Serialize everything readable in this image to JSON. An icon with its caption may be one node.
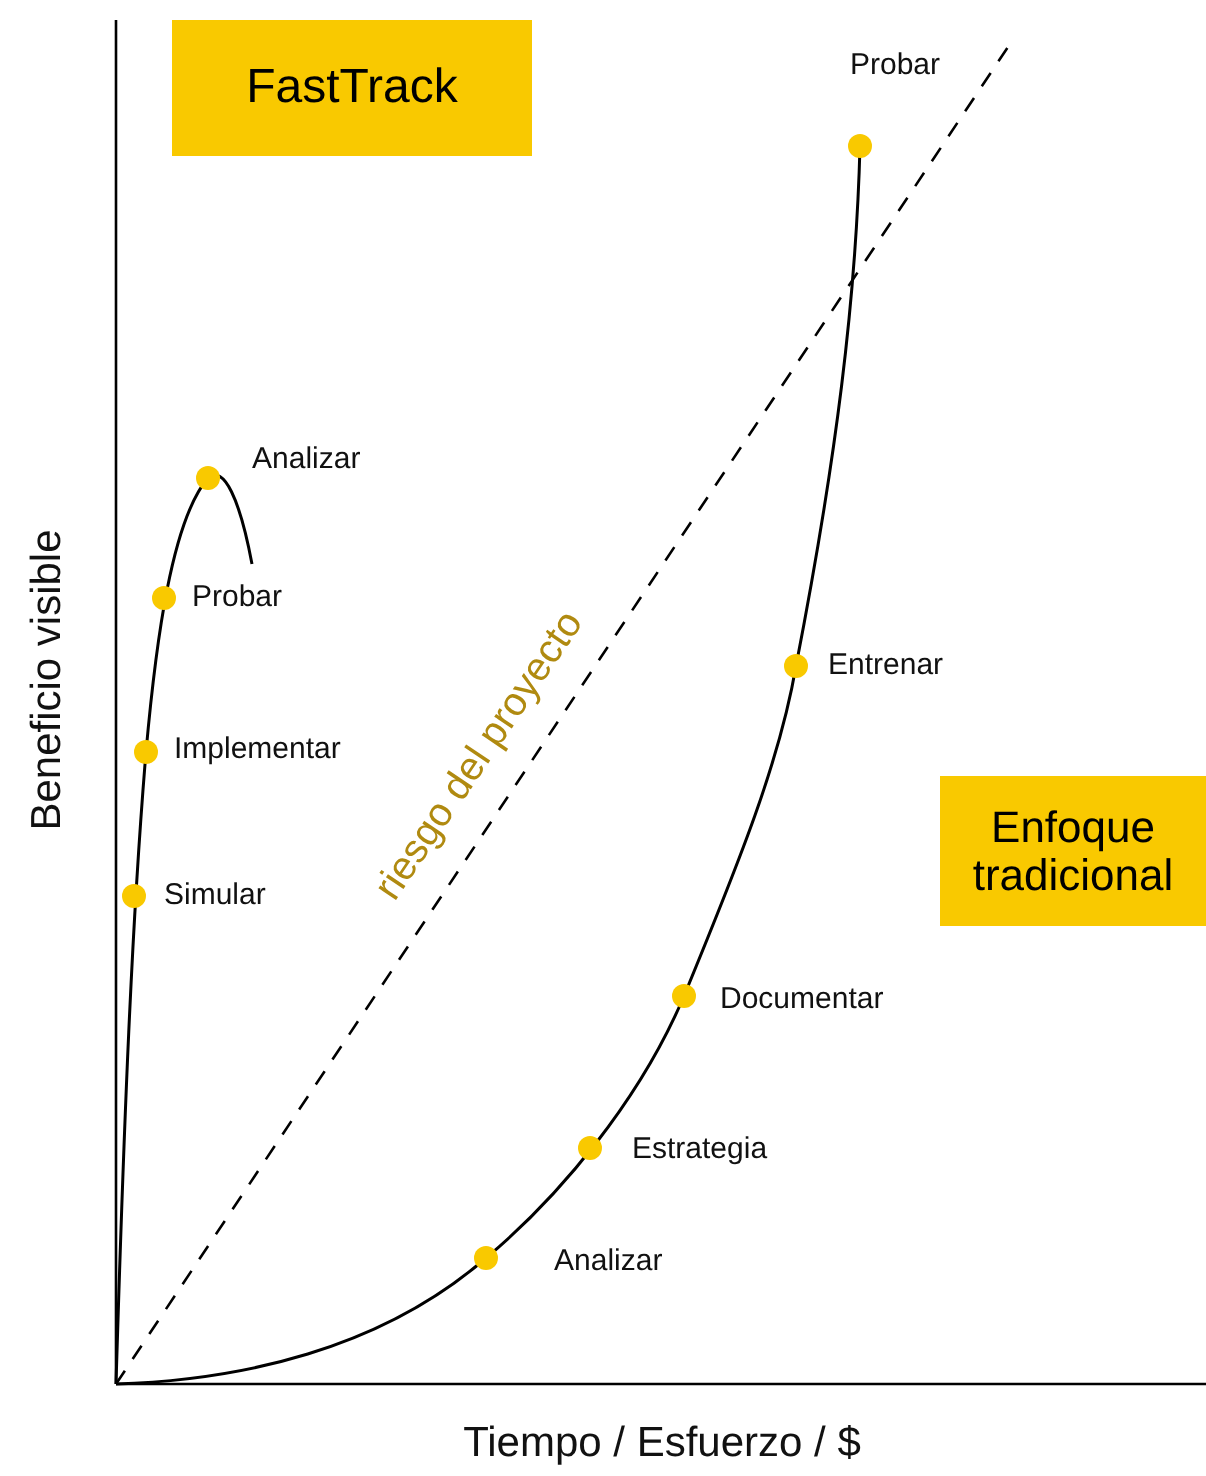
{
  "diagram": {
    "nodes": [
      {
        "text": [
          "FastTrack"
        ]
      },
      {
        "text": [
          "Enfoque tradicional"
        ]
      }
    ],
    "labels": [
      "Probar",
      "Analizar",
      "Probar",
      "Implementar",
      "Simular",
      "riesgo del proyecto",
      "Entrenar",
      "Documentar",
      "Estrategia",
      "Analizar",
      "Beneficio visible",
      "Tiempo / Esfuerzo / $"
    ]
  }
}
